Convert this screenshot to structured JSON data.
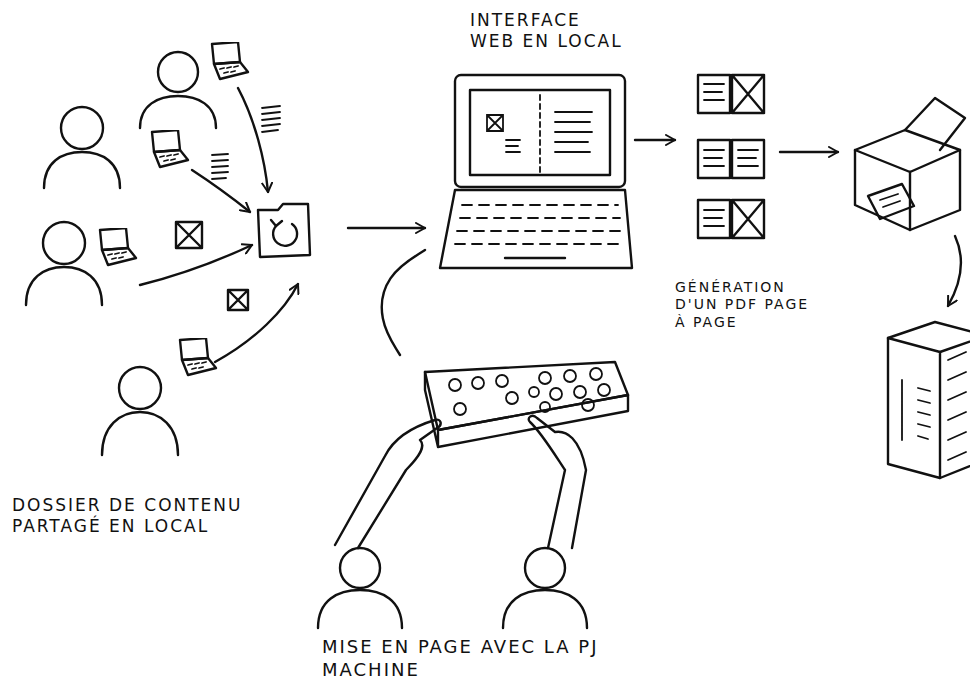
{
  "diagram": {
    "nodes": [
      {
        "text": [
          "DOSSIER DE CONTENU PARTAGÉ EN LOCAL"
        ]
      },
      {
        "text": [
          "INTERFACE WEB EN LOCAL"
        ]
      },
      {
        "text": [
          "GÉNÉRATION D'UN PDF PAGE À PAGE"
        ]
      },
      {
        "text": [
          "MISE EN PAGE AVEC LA PJ MACHINE"
        ]
      }
    ],
    "edges": [
      {
        "from": 0,
        "to": 1,
        "arrow": "to"
      },
      {
        "from": 1,
        "to": 2,
        "arrow": "to"
      },
      {
        "from": 3,
        "to": 1,
        "arrow": "none"
      }
    ]
  }
}
